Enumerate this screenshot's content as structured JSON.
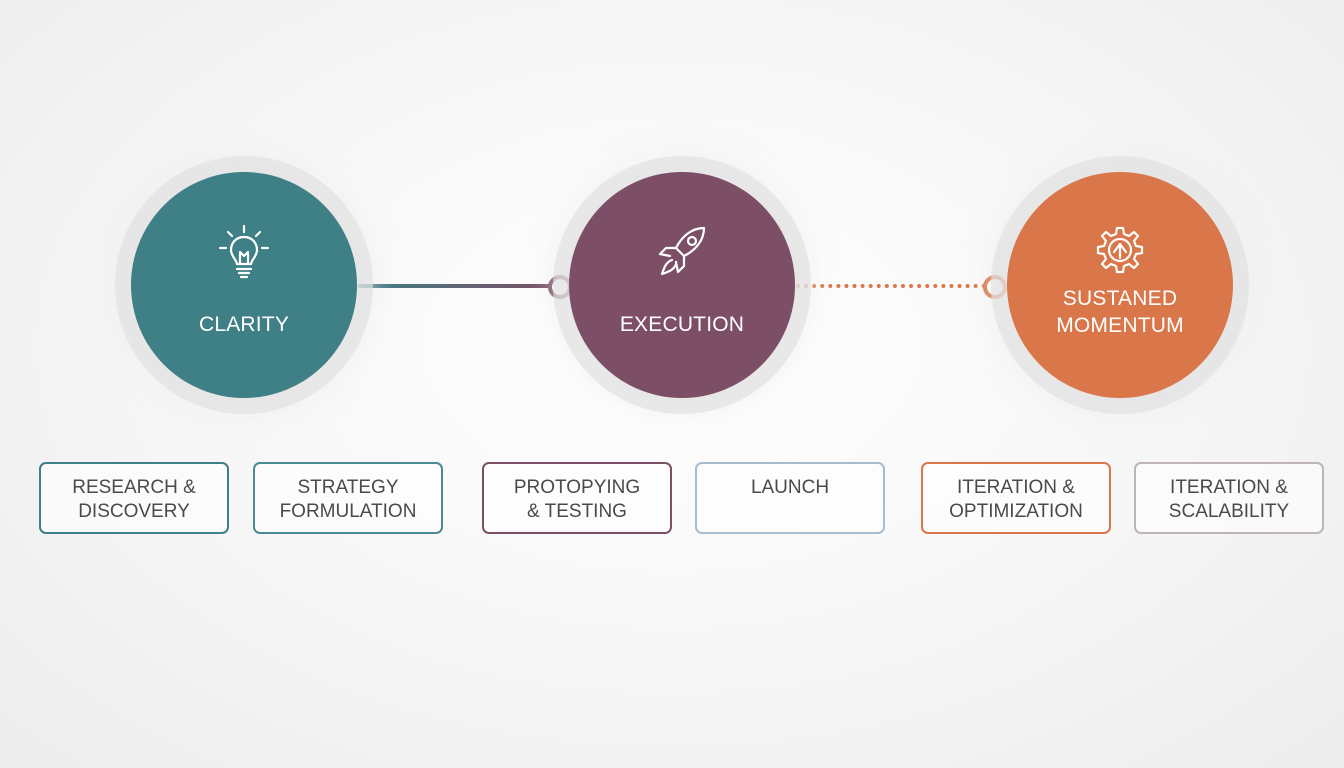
{
  "colors": {
    "clarity": "#3f7f86",
    "execution": "#7d4f66",
    "momentum": "#d9774a"
  },
  "phases": [
    {
      "title": "CLARITY",
      "icon": "lightbulb-icon"
    },
    {
      "title": "EXECUTION",
      "icon": "rocket-icon"
    },
    {
      "title_line1": "SUSTANED",
      "title_line2": "MOMENTUM",
      "icon": "gear-arrow-icon"
    }
  ],
  "steps": [
    {
      "line1": "RESEARCH &",
      "line2": "DISCOVERY"
    },
    {
      "line1": "STRATEGY",
      "line2": "FORMULATION"
    },
    {
      "line1": "PROTOPYING",
      "line2": "& TESTING"
    },
    {
      "line1": "LAUNCH",
      "line2": ""
    },
    {
      "line1": "ITERATION &",
      "line2": "OPTIMIZATION"
    },
    {
      "line1": "ITERATION &",
      "line2": "SCALABILITY"
    }
  ]
}
